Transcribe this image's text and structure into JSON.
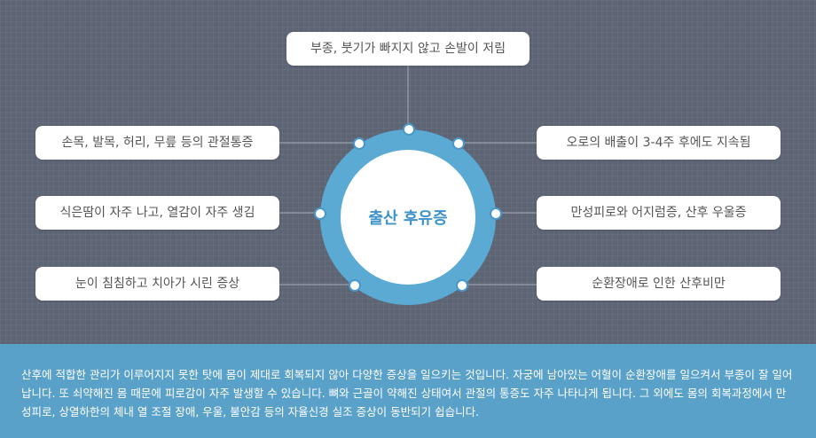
{
  "center_title": "출산 후유증",
  "symptoms": {
    "top": "부종, 붓기가 빠지지 않고 손발이 저림",
    "left_1": "손목, 발목, 허리, 무릎 등의 관절통증",
    "left_2": "식은땀이 자주 나고, 열감이 자주 생김",
    "left_3": "눈이 침침하고 치아가 시린 증상",
    "right_1": "오로의 배출이 3-4주 후에도 지속됨",
    "right_2": "만성피로와 어지럼증, 산후 우울증",
    "right_3": "순환장애로 인한 산후비만"
  },
  "description": "산후에 적합한 관리가 이루어지지 못한 탓에 몸이 제대로 회복되지 않아 다양한 증상을 일으키는 것입니다. 자궁에 남아있는 어혈이 순환장애를 일으켜서 부종이 잘 일어납니다. 또 쇠약해진 몸 때문에 피로감이 자주 발생할 수 있습니다. 뼈와 근골이 약해진 상태여서 관절의 통증도 자주 나타나게 됩니다. 그 외에도 몸의 회복과정에서 만성피로, 상열하한의 체내 열 조절 장애, 우울, 불안감 등의 자율신경 실조 증상이 동반되기 쉽습니다.",
  "colors": {
    "background": "#5d6474",
    "ring": "#5aaad4",
    "accent_text": "#3f93c9",
    "footer": "#5aa1c9"
  }
}
